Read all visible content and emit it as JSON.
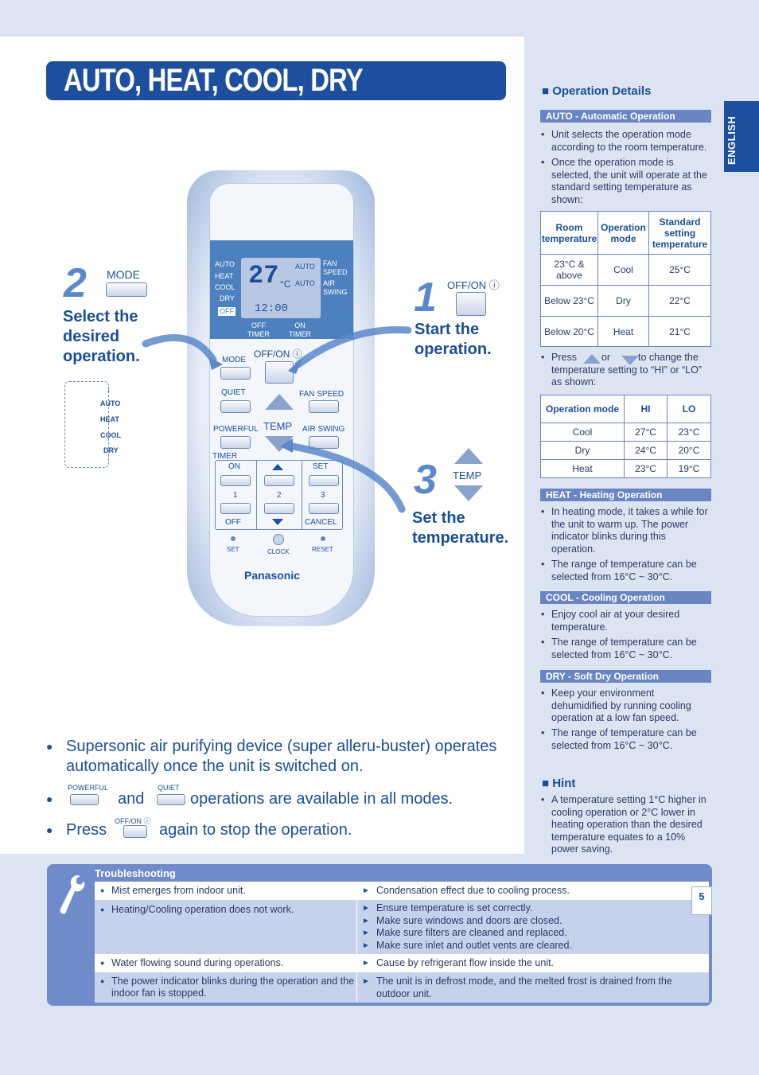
{
  "title": "AUTO, HEAT, COOL, DRY",
  "steps": {
    "s1": {
      "num": "1",
      "button": "OFF/ON ⓘ",
      "label1": "Start the",
      "label2": "operation."
    },
    "s2": {
      "num": "2",
      "button": "MODE",
      "label1": "Select the",
      "label2": "desired",
      "label3": "operation."
    },
    "s3": {
      "num": "3",
      "button": "TEMP",
      "label1": "Set the",
      "label2": "temperature."
    }
  },
  "mode_cycle": [
    "AUTO",
    "HEAT",
    "COOL",
    "DRY"
  ],
  "remote": {
    "lcd_left": [
      "AUTO",
      "HEAT",
      "COOL",
      "DRY"
    ],
    "lcd_off": "OFF",
    "lcd_temp": "27",
    "lcd_unit": "°C",
    "lcd_auto1": "AUTO",
    "lcd_auto2": "AUTO",
    "lcd_fan": "FAN SPEED",
    "lcd_air": "AIR SWING",
    "lcd_clock": "12:00",
    "off_timer": "OFF TIMER",
    "on_timer": "ON TIMER",
    "mode": "MODE",
    "offon": "OFF/ON ⓘ",
    "quiet": "QUIET",
    "fan_speed": "FAN SPEED",
    "temp": "TEMP",
    "powerful": "POWERFUL",
    "air_swing": "AIR SWING",
    "timer": "TIMER",
    "on": "ON",
    "set": "SET",
    "n1": "1",
    "n2": "2",
    "n3": "3",
    "off": "OFF",
    "cancel": "CANCEL",
    "set_small": "SET",
    "clock": "CLOCK",
    "reset": "RESET",
    "brand": "Panasonic"
  },
  "bullets": {
    "b1_line1": "Supersonic air purifying device (super alleru-buster) operates",
    "b1_line2": "automatically once the unit is switched on.",
    "b2_powerful": "POWERFUL",
    "b2_quiet": "QUIET",
    "b2_and": "and",
    "b2_text": "operations are available in all modes.",
    "b3_press": "Press",
    "b3_offon": "OFF/ON ⓘ",
    "b3_text": "again to stop the operation."
  },
  "sidebar": {
    "tab": "ENGLISH",
    "operation_details": "■ Operation Details",
    "auto_bar": "AUTO - Automatic Operation",
    "auto_b1": "Unit selects the operation mode according to the room temperature.",
    "auto_b2": "Once the operation mode is selected, the unit will operate at the standard setting temperature as shown:",
    "table1": {
      "headers": [
        "Room temperature",
        "Operation mode",
        "Standard setting temperature"
      ],
      "rows": [
        [
          "23°C & above",
          "Cool",
          "25°C"
        ],
        [
          "Below 23°C",
          "Dry",
          "22°C"
        ],
        [
          "Below 20°C",
          "Heat",
          "21°C"
        ]
      ]
    },
    "press_text1": "Press",
    "press_or": "or",
    "press_text2": "to change the temperature setting to “HI” or “LO” as shown:",
    "table2": {
      "headers": [
        "Operation mode",
        "HI",
        "LO"
      ],
      "rows": [
        [
          "Cool",
          "27°C",
          "23°C"
        ],
        [
          "Dry",
          "24°C",
          "20°C"
        ],
        [
          "Heat",
          "23°C",
          "19°C"
        ]
      ]
    },
    "heat_bar": "HEAT - Heating Operation",
    "heat_b1": "In heating mode, it takes a while for the unit to warm up. The power indicator blinks during this operation.",
    "heat_b2": "The range of temperature can be selected from 16°C ~ 30°C.",
    "cool_bar": "COOL - Cooling Operation",
    "cool_b1": "Enjoy cool air at your desired temperature.",
    "cool_b2": "The range of temperature can be selected from 16°C ~ 30°C.",
    "dry_bar": "DRY - Soft Dry Operation",
    "dry_b1": "Keep your environment dehumidified by running cooling operation at a low fan speed.",
    "dry_b2": "The range of temperature can be selected from 16°C ~ 30°C.",
    "hint": "■ Hint",
    "hint_b1": "A temperature setting 1°C higher in cooling operation or 2°C lower in heating operation than the desired temperature equates to a 10% power saving."
  },
  "troubleshooting": {
    "title": "Troubleshooting",
    "rows": [
      {
        "problem": "Mist emerges from indoor unit.",
        "causes": [
          "Condensation effect due to cooling process."
        ]
      },
      {
        "problem": "Heating/Cooling operation does not work.",
        "causes": [
          "Ensure temperature is set correctly.",
          "Make sure windows and doors are closed.",
          "Make sure filters are cleaned and replaced.",
          "Make sure inlet and outlet vents are cleared."
        ]
      },
      {
        "problem": "Water flowing sound during operations.",
        "causes": [
          "Cause by refrigerant flow inside the unit."
        ]
      },
      {
        "problem": "The power indicator blinks during the operation and the indoor fan is stopped.",
        "causes": [
          "The unit is in defrost mode, and the melted frost is drained from the outdoor unit."
        ]
      }
    ]
  },
  "page_number": "5"
}
